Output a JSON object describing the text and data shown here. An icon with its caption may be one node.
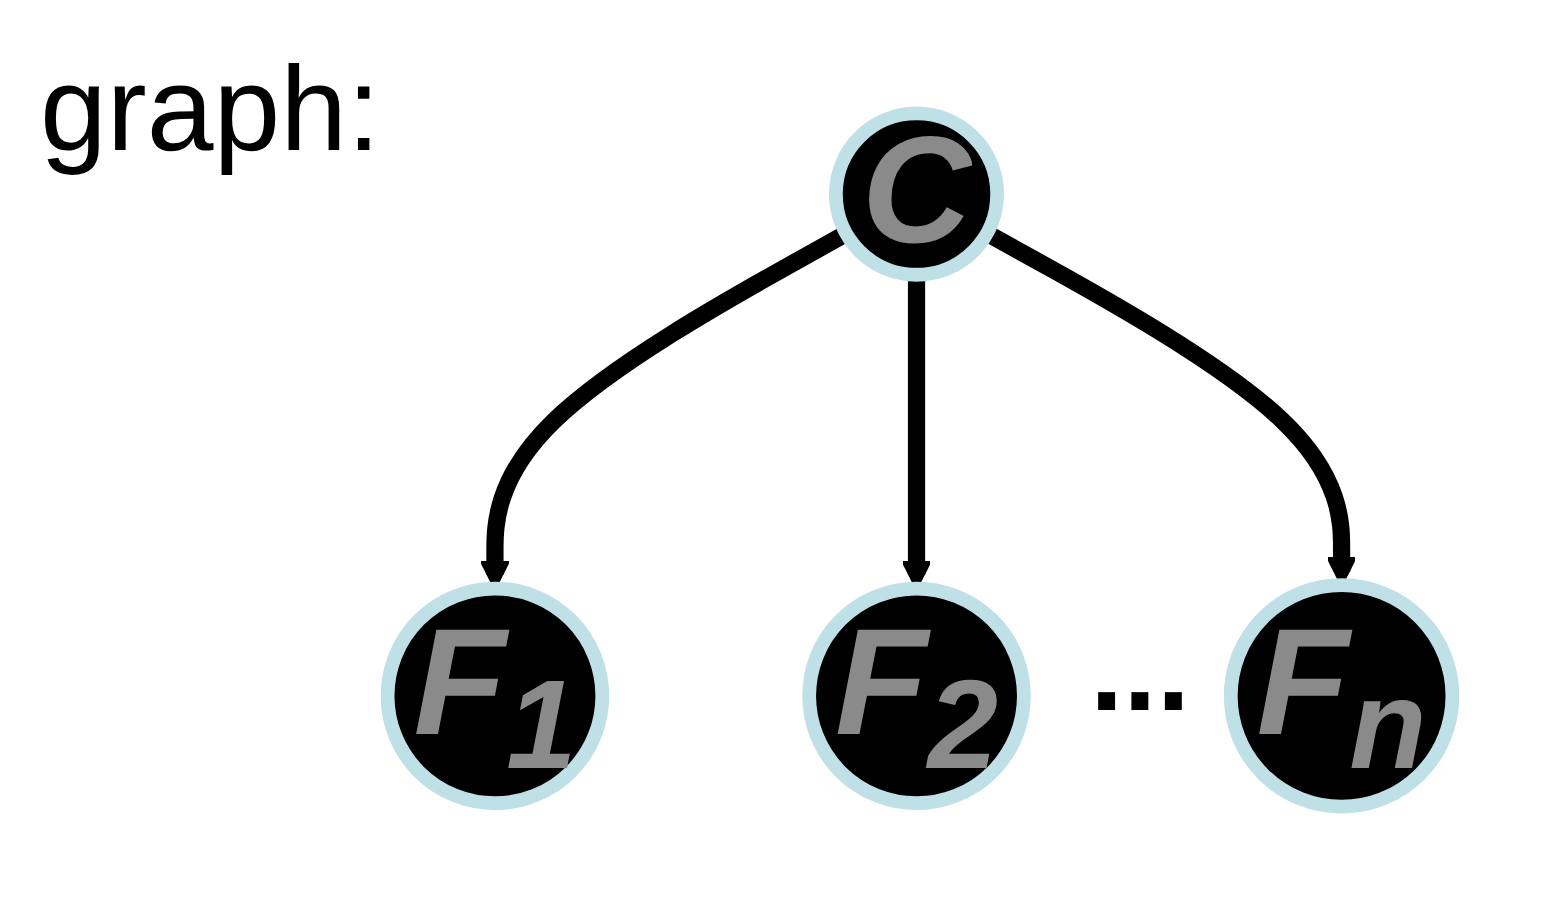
{
  "diagram": {
    "title": "graph:",
    "nodes": [
      {
        "text": [
          "C"
        ]
      },
      {
        "text": [
          "F$_{1}$"
        ]
      },
      {
        "text": [
          "F$_{2}$"
        ]
      },
      {
        "text": [
          "F$_{n}$"
        ]
      }
    ],
    "edges": [
      {
        "from": 0,
        "to": 1,
        "arrow": "to"
      },
      {
        "from": 0,
        "to": 2,
        "arrow": "to"
      },
      {
        "from": 0,
        "to": 3,
        "arrow": "to"
      }
    ],
    "labels": [
      "..."
    ]
  }
}
